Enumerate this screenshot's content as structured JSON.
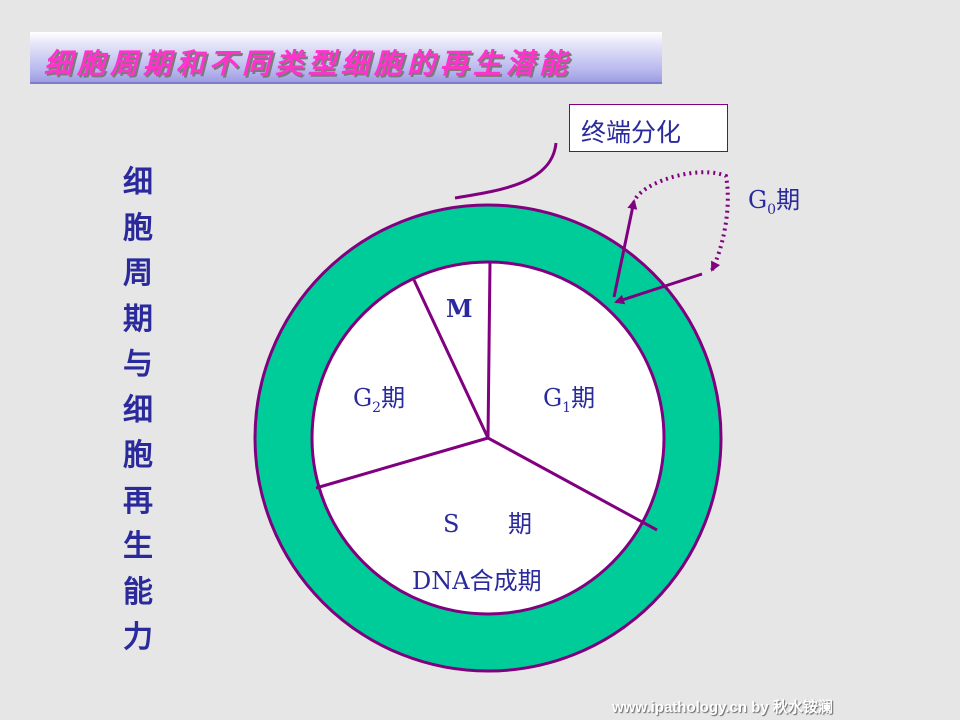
{
  "title": "细胞周期和不同类型细胞的再生潜能",
  "side_title": [
    "细",
    "胞",
    "周",
    "期",
    "与",
    "细",
    "胞",
    "再",
    "生",
    "能",
    "力"
  ],
  "terminal_label": "终端分化",
  "g0": {
    "main": "G",
    "sub": "0",
    "suffix": "期"
  },
  "phases": {
    "m": "M",
    "g2": {
      "main": "G",
      "sub": "2",
      "suffix": "期"
    },
    "g1": {
      "main": "G",
      "sub": "1",
      "suffix": "期"
    },
    "s": {
      "letter": "S",
      "suffix": "期"
    },
    "dna": "DNA合成期"
  },
  "footer": "www.ipathology.cn  by 秋水铵澜",
  "colors": {
    "ring": "#00cc99",
    "ring_border": "#800080",
    "inner": "#ffffff",
    "label": "#2a2a9c",
    "title": "#ff33cc",
    "background": "#e6e6e6"
  }
}
